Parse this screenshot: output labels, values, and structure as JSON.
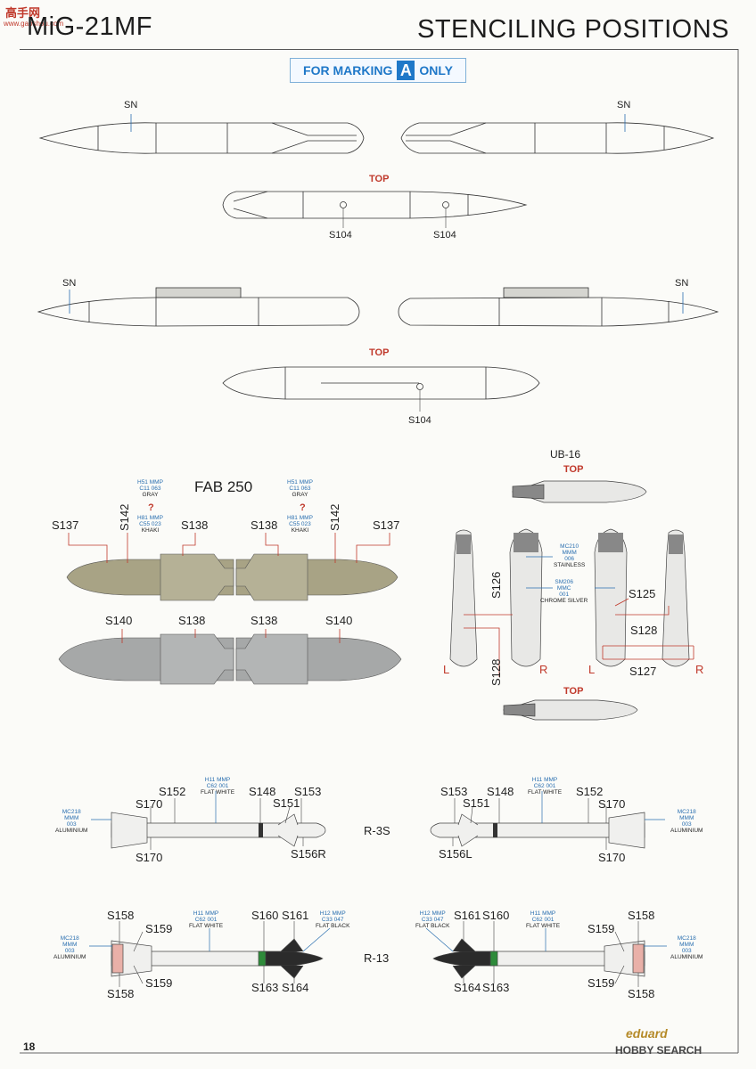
{
  "header": {
    "aircraft": "MiG-21MF",
    "title": "STENCILING POSITIONS",
    "badge_prefix": "FOR MARKING",
    "badge_letter": "A",
    "badge_suffix": "ONLY"
  },
  "watermark": {
    "site": "高手网",
    "url": "www.gaoshou.com"
  },
  "tanks": {
    "sn": "SN",
    "top": "TOP",
    "s104": "S104"
  },
  "fab": {
    "title": "FAB 250",
    "gray": {
      "h": "H51",
      "mmp": "MMP",
      "c": "C11",
      "n": "063",
      "name": "GRAY"
    },
    "khaki": {
      "h": "H81",
      "mmp": "MMP",
      "c": "C55",
      "n": "023",
      "name": "KHAKI"
    },
    "question": "?",
    "s137": "S137",
    "s142": "S142",
    "s138": "S138",
    "s140": "S140"
  },
  "ub16": {
    "title": "UB-16",
    "top": "TOP",
    "stainless": {
      "code": "MC210",
      "mmm": "MMM",
      "n": "006",
      "name": "STAINLESS"
    },
    "chrome": {
      "code": "SM206",
      "mmc": "MMC",
      "n": "001",
      "name": "CHROME SILVER"
    },
    "s126": "S126",
    "s128": "S128",
    "s125": "S125",
    "s127": "S127",
    "l": "L",
    "r": "R"
  },
  "r3s": {
    "name": "R-3S",
    "s170": "S170",
    "s152": "S152",
    "s148": "S148",
    "s153": "S153",
    "s151": "S151",
    "s156r": "S156R",
    "s156l": "S156L",
    "white": {
      "h": "H11",
      "mmp": "MMP",
      "c": "C62",
      "n": "001",
      "name": "FLAT WHITE"
    },
    "alu": {
      "code": "MC218",
      "mmm": "MMM",
      "n": "003",
      "name": "ALUMINIUM"
    }
  },
  "r13": {
    "name": "R-13",
    "s158": "S158",
    "s159": "S159",
    "s160": "S160",
    "s161": "S161",
    "s163": "S163",
    "s164": "S164",
    "black": {
      "h": "H12",
      "mmp": "MMP",
      "c": "C33",
      "n": "047",
      "name": "FLAT BLACK"
    },
    "white": {
      "h": "H11",
      "mmp": "MMP",
      "c": "C62",
      "n": "001",
      "name": "FLAT WHITE"
    },
    "alu": {
      "code": "MC218",
      "mmm": "MMM",
      "n": "003",
      "name": "ALUMINIUM"
    }
  },
  "footer": {
    "page": "18",
    "brand": "eduard",
    "source": "HOBBY SEARCH"
  },
  "colors": {
    "red": "#c0392b",
    "blue": "#1f78c8",
    "khaki": "#a8a385",
    "gray": "#a6a8a8",
    "black": "#222222",
    "green": "#2e8b3a"
  }
}
